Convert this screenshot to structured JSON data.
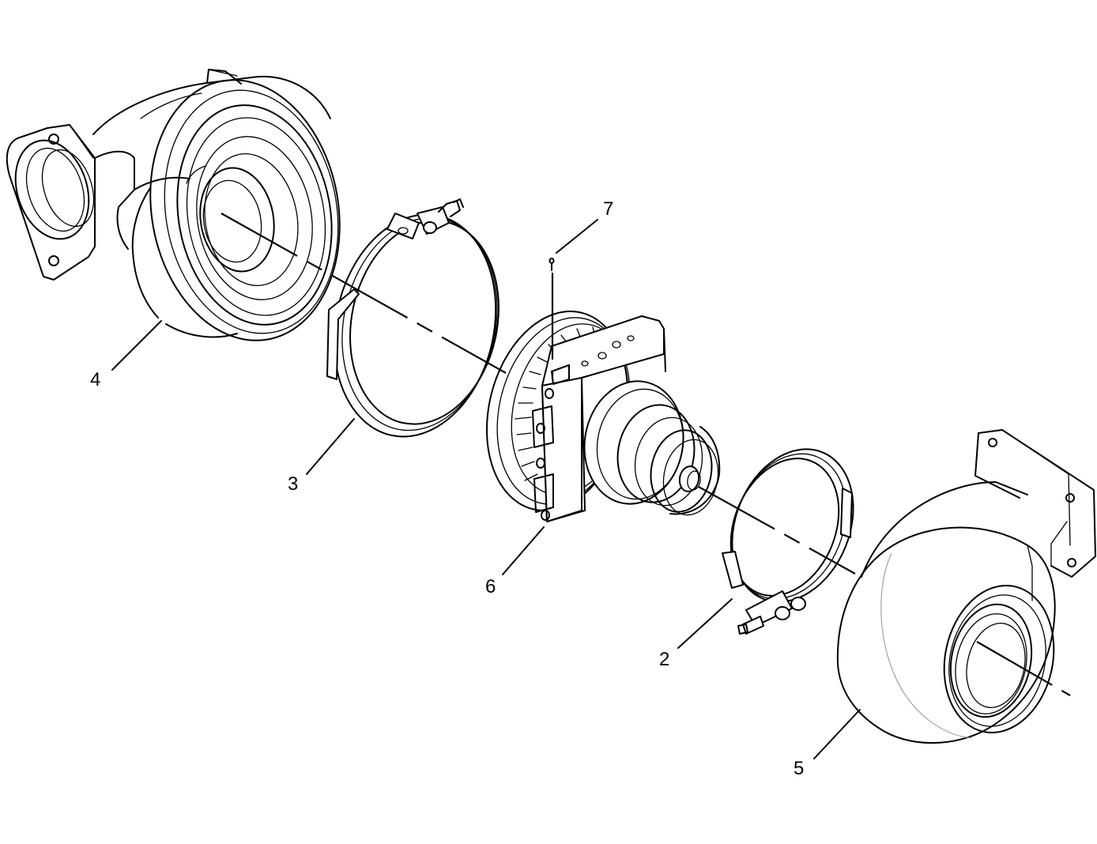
{
  "callouts": {
    "c2": "2",
    "c3": "3",
    "c4": "4",
    "c5": "5",
    "c6": "6",
    "c7": "7"
  }
}
